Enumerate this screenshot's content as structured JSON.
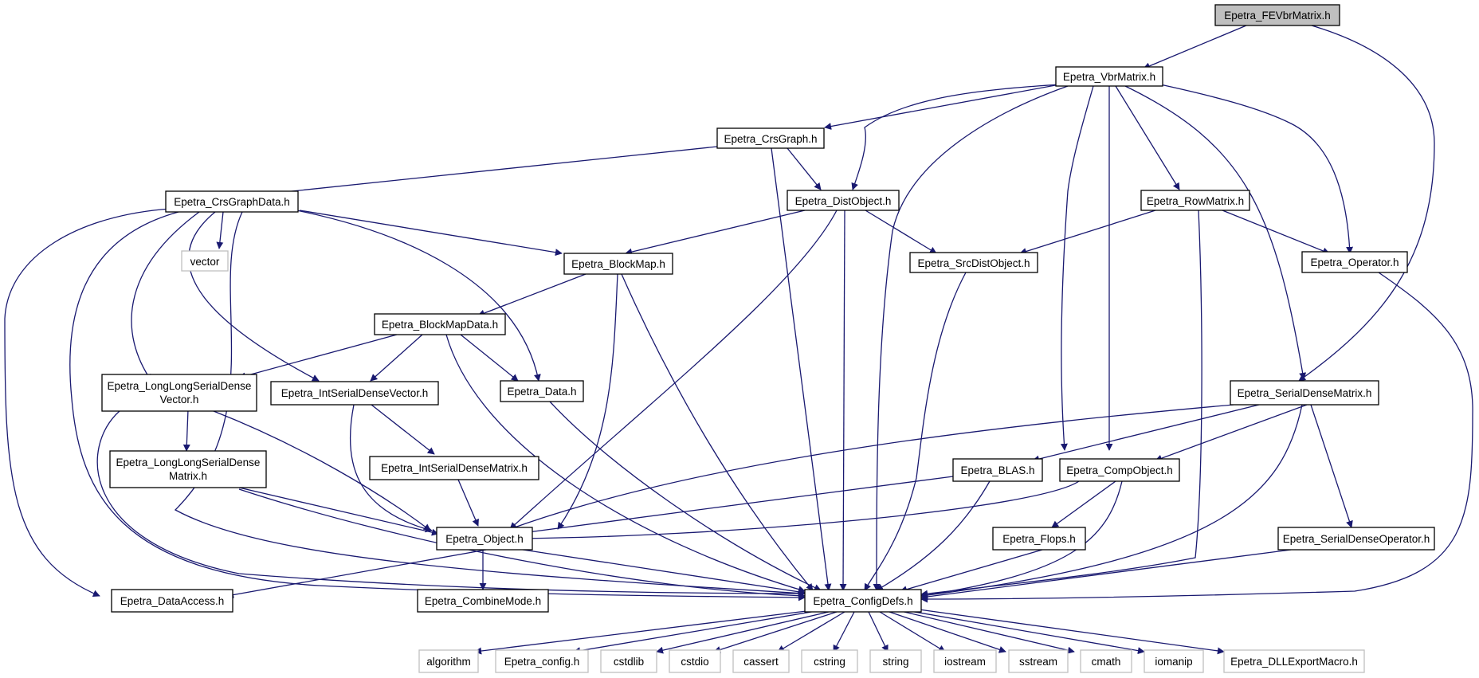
{
  "diagram": {
    "nodes": {
      "fevbr": "Epetra_FEVbrMatrix.h",
      "vbr": "Epetra_VbrMatrix.h",
      "crsgraph": "Epetra_CrsGraph.h",
      "crsgraphdata": "Epetra_CrsGraphData.h",
      "distobject": "Epetra_DistObject.h",
      "rowmatrix": "Epetra_RowMatrix.h",
      "vector": "vector",
      "blockmap": "Epetra_BlockMap.h",
      "srcdist": "Epetra_SrcDistObject.h",
      "operator": "Epetra_Operator.h",
      "blockmapdata": "Epetra_BlockMapData.h",
      "llsdv_1": "Epetra_LongLongSerialDense",
      "llsdv_2": "Vector.h",
      "isdv": "Epetra_IntSerialDenseVector.h",
      "data": "Epetra_Data.h",
      "sdm": "Epetra_SerialDenseMatrix.h",
      "llsdm_1": "Epetra_LongLongSerialDense",
      "llsdm_2": "Matrix.h",
      "isdm": "Epetra_IntSerialDenseMatrix.h",
      "blas": "Epetra_BLAS.h",
      "compobject": "Epetra_CompObject.h",
      "object": "Epetra_Object.h",
      "flops": "Epetra_Flops.h",
      "sdo": "Epetra_SerialDenseOperator.h",
      "dataaccess": "Epetra_DataAccess.h",
      "combinemode": "Epetra_CombineMode.h",
      "configdefs": "Epetra_ConfigDefs.h",
      "algorithm": "algorithm",
      "config": "Epetra_config.h",
      "cstdlib": "cstdlib",
      "cstdio": "cstdio",
      "cassert": "cassert",
      "cstring": "cstring",
      "string": "string",
      "iostream": "iostream",
      "sstream": "sstream",
      "cmath": "cmath",
      "iomanip": "iomanip",
      "dllexport": "Epetra_DLLExportMacro.h"
    },
    "colors": {
      "edge": "#191970",
      "node_border": "#000000",
      "external_border": "#bfbfbf",
      "root_fill": "#bfbfbf",
      "node_fill": "#ffffff",
      "text": "#000000"
    }
  }
}
